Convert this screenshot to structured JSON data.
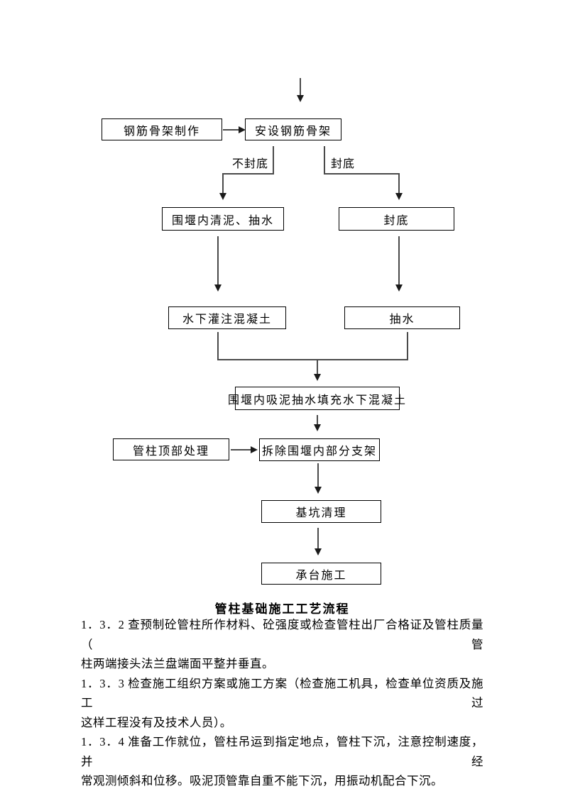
{
  "doc": {
    "flowchart": {
      "nodes": {
        "steel_frame_fab": "钢筋骨架制作",
        "install_steel_frame": "安设钢筋骨架",
        "clean_mud_pump_water": "围堰内清泥、抽水",
        "seal_bottom": "封底",
        "underwater_concrete_pour": "水下灌注混凝土",
        "pump_water": "抽水",
        "fill_underwater_concrete": "围堰内吸泥抽水填充水下混凝土",
        "pipe_column_top_treatment": "管柱顶部处理",
        "remove_cofferdam_supports": "拆除围堰内部分支架",
        "pit_cleanup": "基坑清理",
        "pile_cap_construction": "承台施工"
      },
      "branch_labels": {
        "no_seal": "不封底",
        "seal": "封底"
      },
      "caption": "管柱基础施工工艺流程"
    },
    "paragraphs": {
      "p132_line1": "1．3．2 查预制砼管柱所作材料、砼强度或检查管柱出厂合格证及管柱质量（管",
      "p132_line2": "柱两端接头法兰盘端面平整并垂直。",
      "p133_line1": "1．3．3 检查施工组织方案或施工方案（检查施工机具，检查单位资质及施工过",
      "p133_line2": "这样工程没有及技术人员）。",
      "p134_line1": "1．3．4 准备工作就位，管柱吊运到指定地点，管柱下沉，注意控制速度，并经",
      "p134_line2": "常观测倾斜和位移。吸泥顶管靠自重不能下沉，用振动机配合下沉。"
    }
  }
}
